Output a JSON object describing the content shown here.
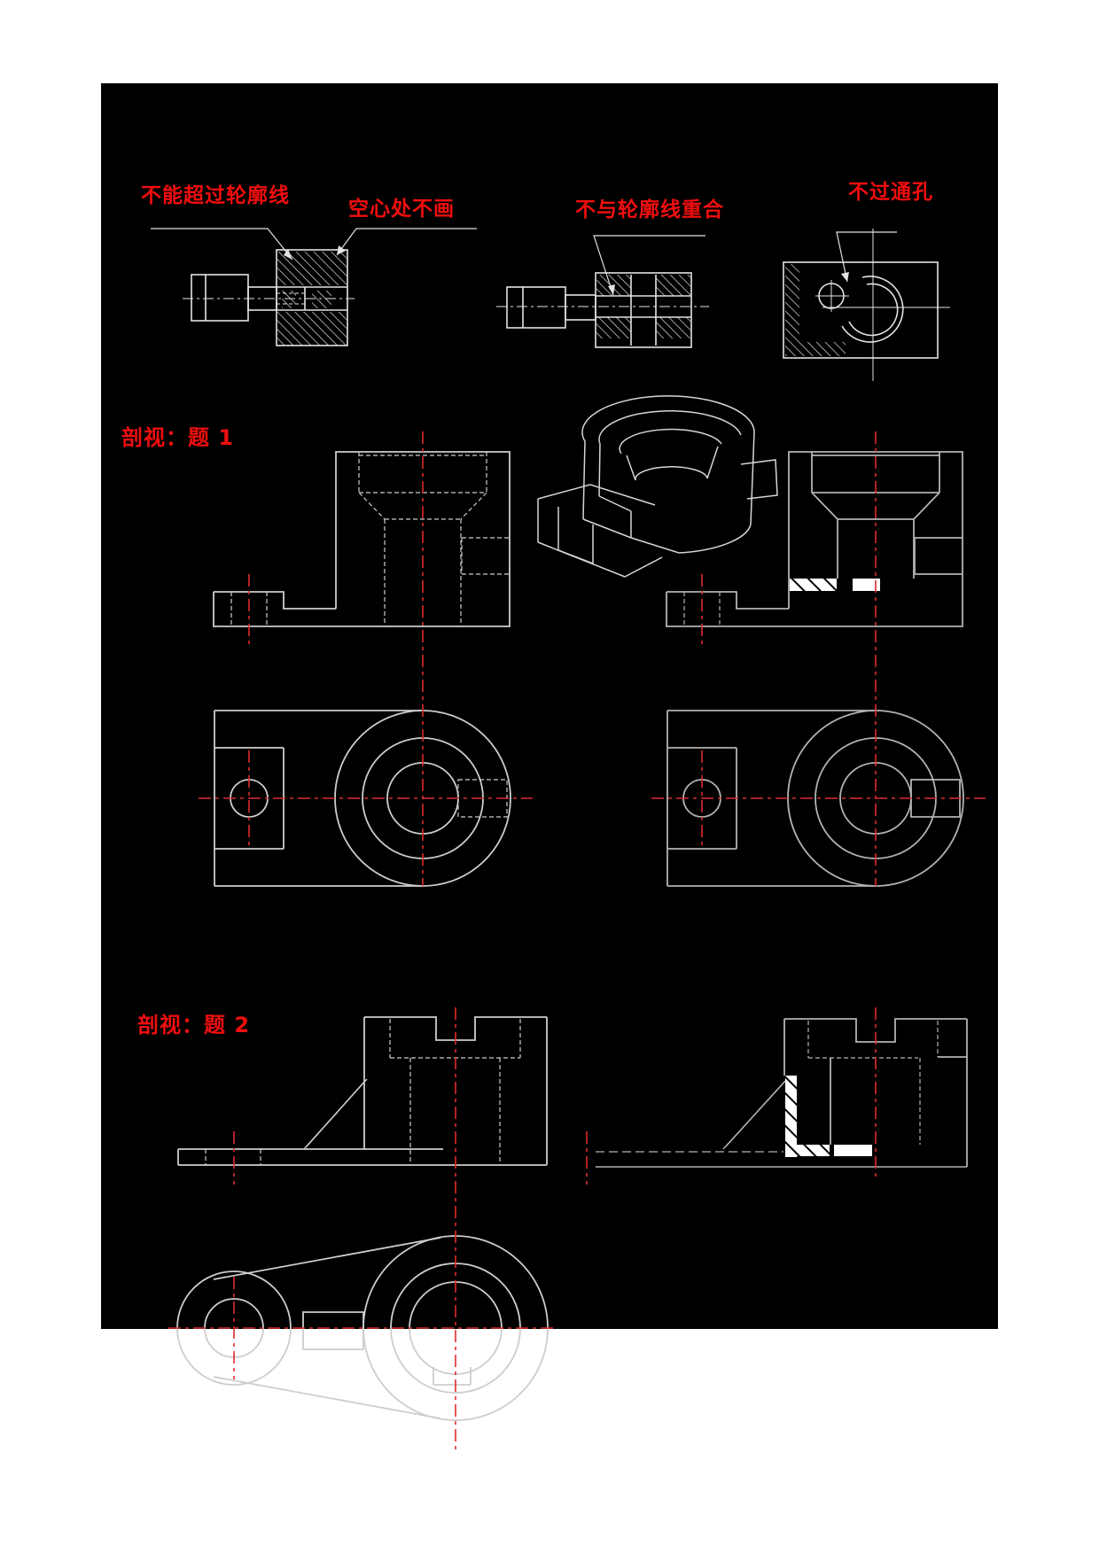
{
  "window": {
    "page_bg": "#ffffff",
    "canvas_bg": "#000000"
  },
  "annotations": {
    "rule1": "不能超过轮廓线",
    "rule2": "空心处不画",
    "rule3": "不与轮廓线重合",
    "rule4": "不过通孔"
  },
  "sections": {
    "problem1_label": "剖视：题 1",
    "problem2_label": "剖视：题 2"
  },
  "colors": {
    "annotation_red": "#f10e0e",
    "centerline_red": "#e02b2b",
    "line_bright": "#e3e3e3",
    "line_given": "#cdcdcd",
    "line_answer": "#b3b3b3",
    "highlight_white": "#ffffff",
    "hatch_black": "#000000"
  }
}
